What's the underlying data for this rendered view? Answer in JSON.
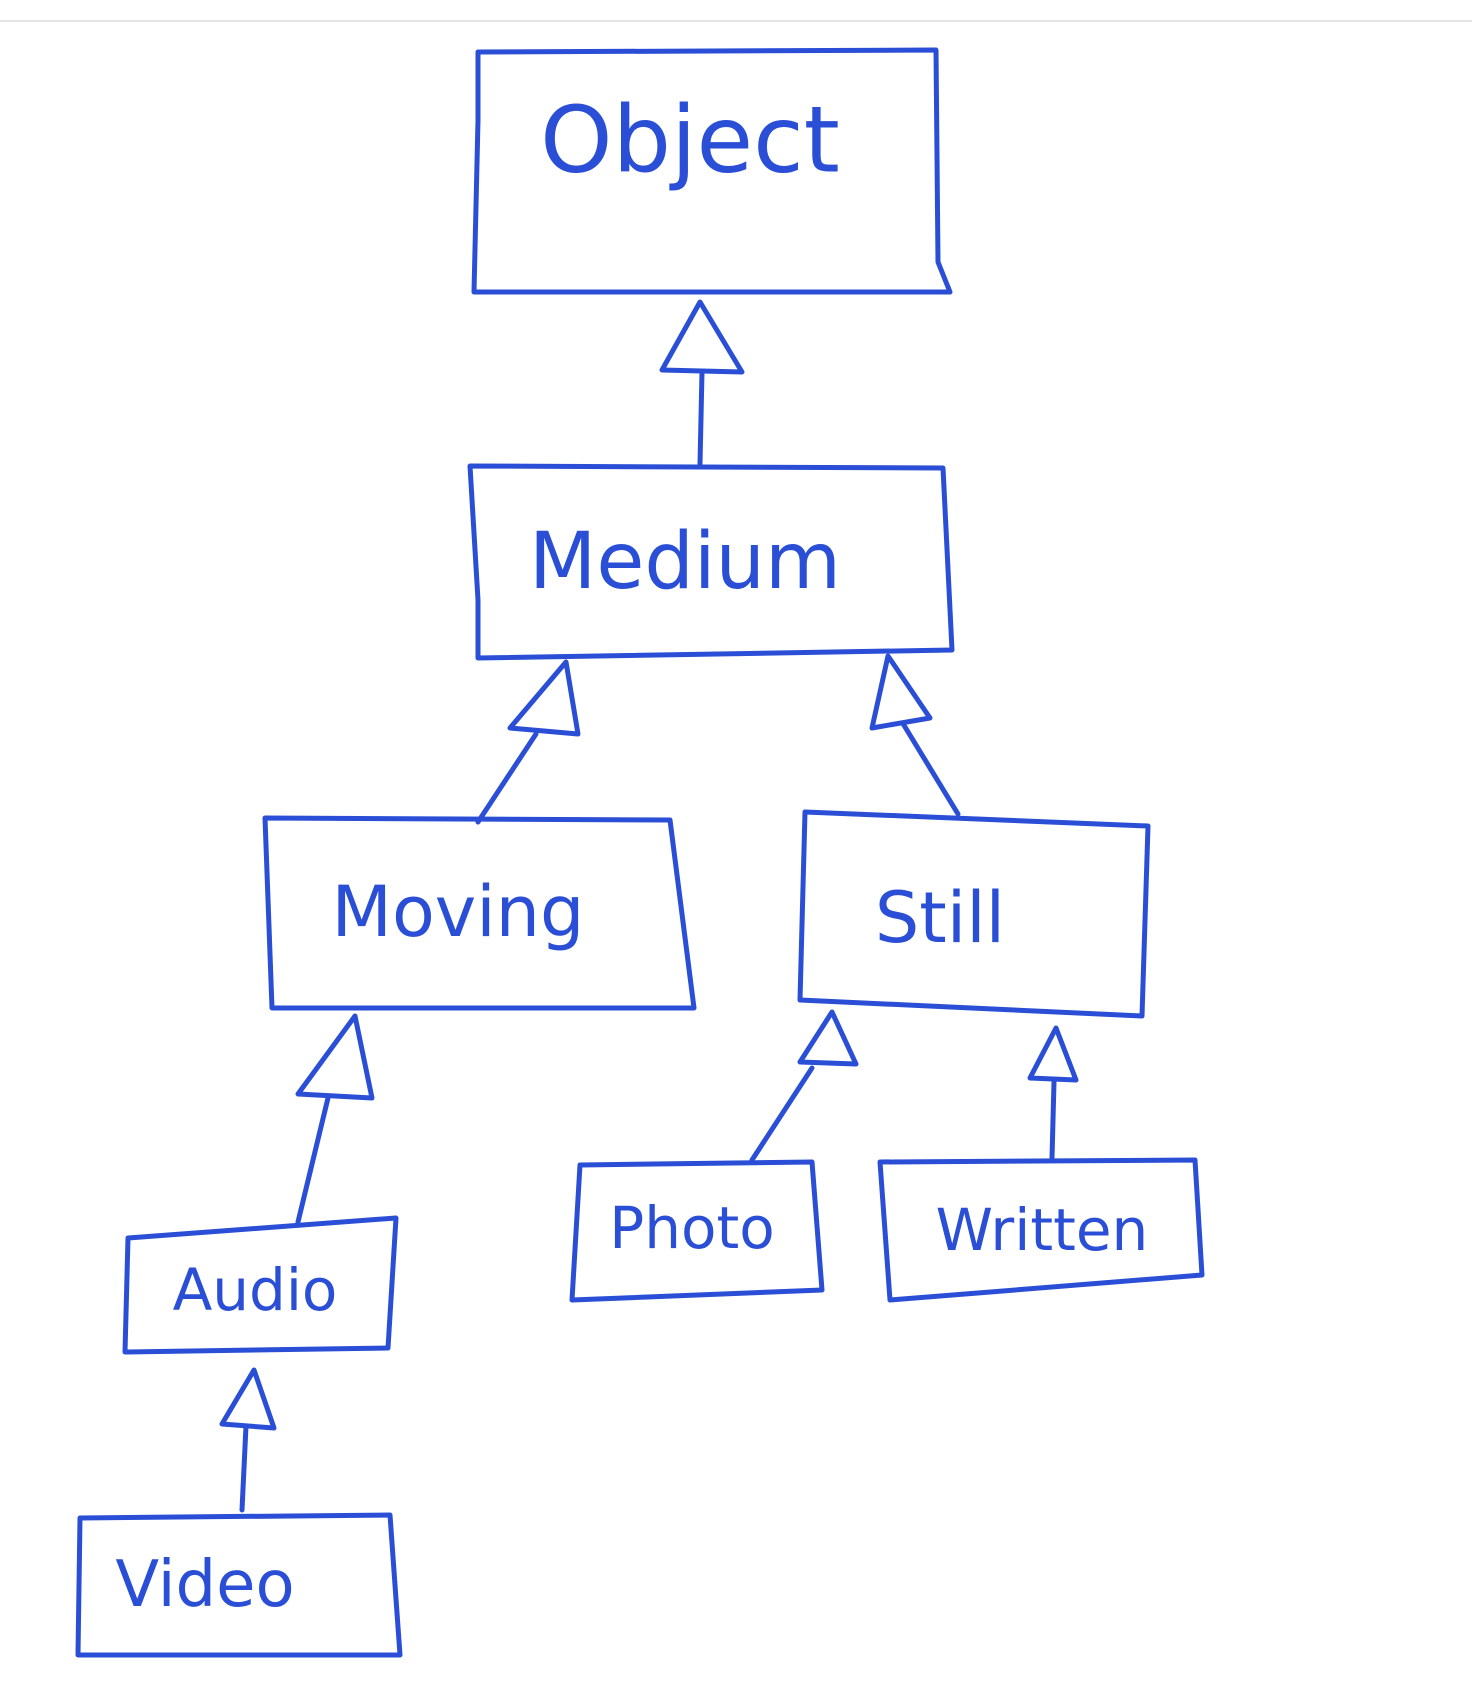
{
  "colors": {
    "ink": "#2a4fd6",
    "background": "#ffffff",
    "rule": "#e4e4e4"
  },
  "nodes": {
    "object": "Object",
    "medium": "Medium",
    "moving": "Moving",
    "still": "Still",
    "audio": "Audio",
    "photo": "Photo",
    "written": "Written",
    "video": "Video"
  },
  "relationships": [
    {
      "child": "Medium",
      "parent": "Object"
    },
    {
      "child": "Moving",
      "parent": "Medium"
    },
    {
      "child": "Still",
      "parent": "Medium"
    },
    {
      "child": "Audio",
      "parent": "Moving"
    },
    {
      "child": "Photo",
      "parent": "Still"
    },
    {
      "child": "Written",
      "parent": "Still"
    },
    {
      "child": "Video",
      "parent": "Audio"
    }
  ]
}
